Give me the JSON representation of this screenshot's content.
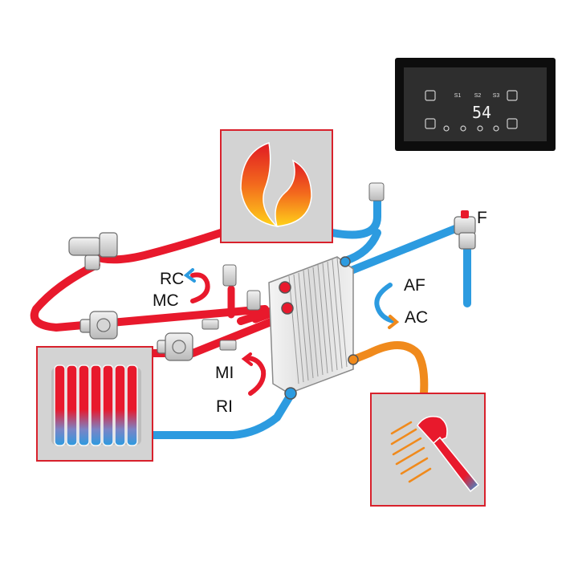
{
  "labels": {
    "rc": "RC",
    "mc": "MC",
    "mi": "MI",
    "ri": "RI",
    "af": "AF",
    "ac": "AC",
    "f": "F"
  },
  "display": {
    "value": "54",
    "slots": [
      "S1",
      "S2",
      "S3"
    ]
  },
  "colors": {
    "hot": "#e8192c",
    "cold": "#2c9be0",
    "domestic_hot": "#f08a1c",
    "frame": "#d8212c",
    "panel_bg": "#d3d3d3",
    "display_bg": "#111111"
  },
  "icons": [
    "flame-icon",
    "radiator-icon",
    "shower-icon",
    "control-panel-icon",
    "pump-icon",
    "valve-icon",
    "heat-exchanger-icon"
  ]
}
